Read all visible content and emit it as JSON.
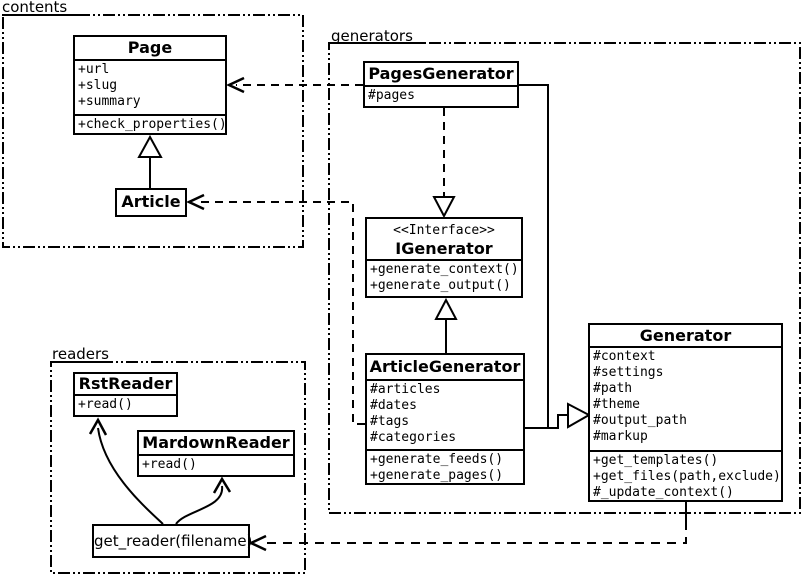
{
  "packages": {
    "contents": {
      "label": "contents"
    },
    "generators": {
      "label": "generators"
    },
    "readers": {
      "label": "readers"
    }
  },
  "classes": {
    "page": {
      "name": "Page",
      "attributes": [
        "+url",
        "+slug",
        "+summary"
      ],
      "methods": [
        "+check_properties()"
      ]
    },
    "article": {
      "name": "Article"
    },
    "pages_generator": {
      "name": "PagesGenerator",
      "attributes": [
        "#pages"
      ]
    },
    "igenerator": {
      "stereotype": "<<Interface>>",
      "name": "IGenerator",
      "methods": [
        "+generate_context()",
        "+generate_output()"
      ]
    },
    "article_generator": {
      "name": "ArticleGenerator",
      "attributes": [
        "#articles",
        "#dates",
        "#tags",
        "#categories"
      ],
      "methods": [
        "+generate_feeds()",
        "+generate_pages()"
      ]
    },
    "generator": {
      "name": "Generator",
      "attributes": [
        "#context",
        "#settings",
        "#path",
        "#theme",
        "#output_path",
        "#markup"
      ],
      "methods": [
        "+get_templates()",
        "+get_files(path,exclude)",
        "#_update_context()"
      ]
    },
    "rst_reader": {
      "name": "RstReader",
      "methods": [
        "+read()"
      ]
    },
    "markdown_reader": {
      "name": "MardownReader",
      "methods": [
        "+read()"
      ]
    },
    "get_reader": {
      "label": "get_reader(filename)"
    }
  },
  "colors": {
    "line": "#000000",
    "background": "#ffffff"
  }
}
